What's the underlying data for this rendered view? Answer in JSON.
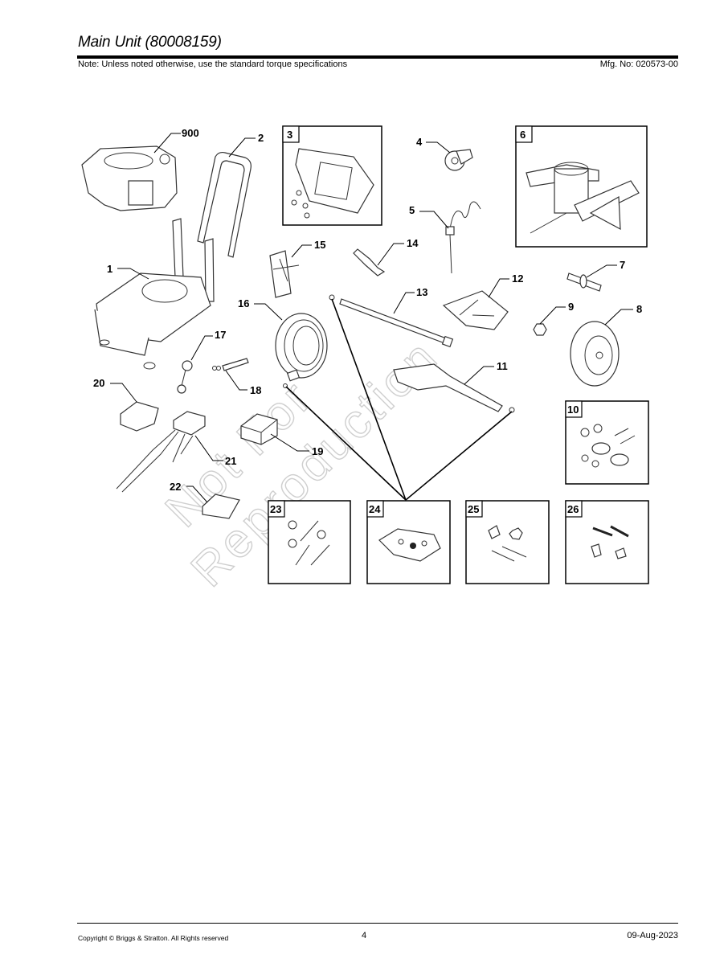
{
  "header": {
    "title": "Main Unit (80008159)",
    "note": "Note: Unless noted otherwise, use the standard torque specifications",
    "mfg_no": "Mfg. No: 020573-00"
  },
  "diagram": {
    "watermark_line1": "Not For",
    "watermark_line2": "Reproduction",
    "callouts": {
      "c900": "900",
      "c1": "1",
      "c2": "2",
      "c4": "4",
      "c5": "5",
      "c7": "7",
      "c8": "8",
      "c9": "9",
      "c11": "11",
      "c12": "12",
      "c13": "13",
      "c14": "14",
      "c15": "15",
      "c16": "16",
      "c17": "17",
      "c18": "18",
      "c19": "19",
      "c20": "20",
      "c21": "21",
      "c22": "22"
    },
    "kit_boxes": {
      "b3": "3",
      "b6": "6",
      "b10": "10",
      "b23": "23",
      "b24": "24",
      "b25": "25",
      "b26": "26"
    }
  },
  "footer": {
    "copyright": "Copyright ©  Briggs & Stratton. All Rights reserved",
    "page": "4",
    "date": "09-Aug-2023"
  }
}
